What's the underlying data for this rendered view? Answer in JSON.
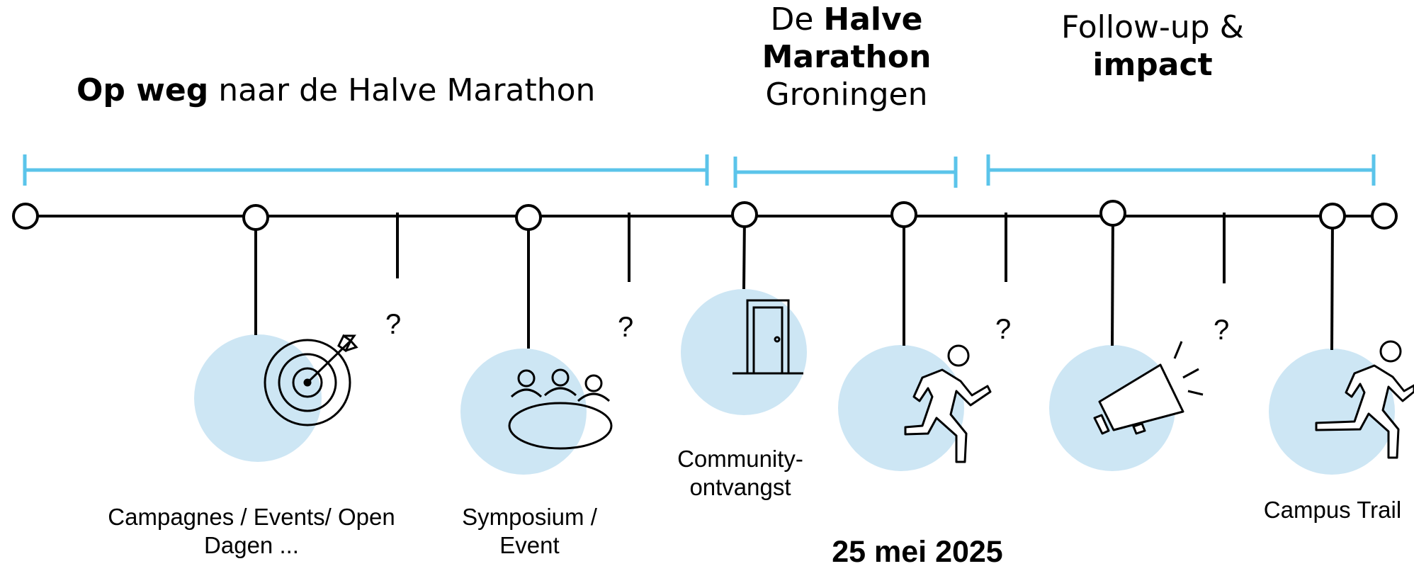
{
  "sections": {
    "road": {
      "bold": "Op weg",
      "rest": "naar de Halve Marathon"
    },
    "race": {
      "line1_plain": "De",
      "line1_bold": "Halve",
      "line2_bold": "Marathon",
      "line3": "Groningen"
    },
    "follow": {
      "line1": "Follow-up &",
      "line2_bold": "impact"
    }
  },
  "milestones": {
    "campaigns": "Campagnes / Events/ Open Dagen ...",
    "symposium": "Symposium / Event",
    "community": "Community-ontvangst",
    "campus_trail": "Campus Trail"
  },
  "question_mark": "?",
  "race_date": "25 mei 2025",
  "colors": {
    "accent": "#5bc4ea",
    "bubble": "#cde6f4",
    "line": "#000000"
  },
  "icons": [
    "target-icon",
    "meeting-table-icon",
    "door-icon",
    "runner-icon",
    "megaphone-icon",
    "runner-icon"
  ]
}
